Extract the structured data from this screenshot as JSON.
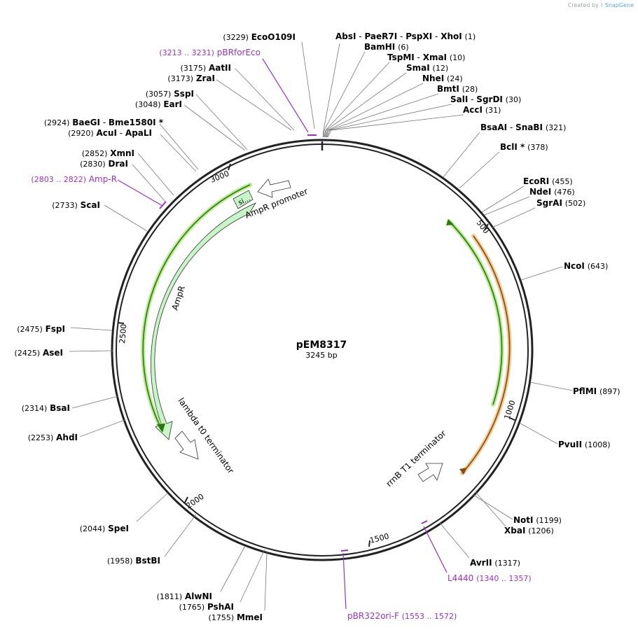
{
  "credit": {
    "prefix": "Created by",
    "brand": "SnapGene"
  },
  "plasmid": {
    "name": "pEM8317",
    "length_label": "3245 bp",
    "length": 3245
  },
  "ticks": [
    "500",
    "1000",
    "1500",
    "2000",
    "2500",
    "3000"
  ],
  "enzymes": [
    {
      "parts": [
        "AbsI",
        "PaeR7I",
        "PspXI",
        "XhoI"
      ],
      "pos": "(1)"
    },
    {
      "parts": [
        "BamHI"
      ],
      "pos": "(6)"
    },
    {
      "parts": [
        "TspMI",
        "XmaI"
      ],
      "pos": "(10)"
    },
    {
      "parts": [
        "SmaI"
      ],
      "pos": "(12)"
    },
    {
      "parts": [
        "NheI"
      ],
      "pos": "(24)"
    },
    {
      "parts": [
        "BmtI"
      ],
      "pos": "(28)"
    },
    {
      "parts": [
        "SalI",
        "SgrDI"
      ],
      "pos": "(30)"
    },
    {
      "parts": [
        "AccI"
      ],
      "pos": "(31)"
    },
    {
      "parts": [
        "BsaAI",
        "SnaBI"
      ],
      "pos": "(321)"
    },
    {
      "parts": [
        "BclI *"
      ],
      "pos": "(378)"
    },
    {
      "parts": [
        "EcoRI"
      ],
      "pos": "(455)"
    },
    {
      "parts": [
        "NdeI"
      ],
      "pos": "(476)"
    },
    {
      "parts": [
        "SgrAI"
      ],
      "pos": "(502)"
    },
    {
      "parts": [
        "NcoI"
      ],
      "pos": "(643)"
    },
    {
      "parts": [
        "PflMI"
      ],
      "pos": "(897)"
    },
    {
      "parts": [
        "PvuII"
      ],
      "pos": "(1008)"
    },
    {
      "parts": [
        "NotI"
      ],
      "pos": "(1199)"
    },
    {
      "parts": [
        "XbaI"
      ],
      "pos": "(1206)"
    },
    {
      "parts": [
        "AvrII"
      ],
      "pos": "(1317)"
    },
    {
      "parts": [
        "MmeI"
      ],
      "pos": "(1755)"
    },
    {
      "parts": [
        "PshAI"
      ],
      "pos": "(1765)"
    },
    {
      "parts": [
        "AlwNI"
      ],
      "pos": "(1811)"
    },
    {
      "parts": [
        "BstBI"
      ],
      "pos": "(1958)"
    },
    {
      "parts": [
        "SpeI"
      ],
      "pos": "(2044)"
    },
    {
      "parts": [
        "AhdI"
      ],
      "pos": "(2253)"
    },
    {
      "parts": [
        "BsaI"
      ],
      "pos": "(2314)"
    },
    {
      "parts": [
        "AseI"
      ],
      "pos": "(2425)"
    },
    {
      "parts": [
        "FspI"
      ],
      "pos": "(2475)"
    },
    {
      "parts": [
        "ScaI"
      ],
      "pos": "(2733)"
    },
    {
      "parts": [
        "DraI"
      ],
      "pos": "(2830)"
    },
    {
      "parts": [
        "XmnI"
      ],
      "pos": "(2852)"
    },
    {
      "parts": [
        "AcuI",
        "ApaLI"
      ],
      "pos": "(2920)"
    },
    {
      "parts": [
        "BaeGI",
        "Bme1580I *"
      ],
      "pos": "(2924)"
    },
    {
      "parts": [
        "EarI"
      ],
      "pos": "(3048)"
    },
    {
      "parts": [
        "SspI"
      ],
      "pos": "(3057)"
    },
    {
      "parts": [
        "ZraI"
      ],
      "pos": "(3173)"
    },
    {
      "parts": [
        "AatII"
      ],
      "pos": "(3175)"
    },
    {
      "parts": [
        "EcoO109I"
      ],
      "pos": "(3229)"
    }
  ],
  "primers": [
    {
      "name": "pBRforEco",
      "range": "(3213 .. 3231)"
    },
    {
      "name": "Amp-R",
      "range": "(2803 .. 2822)"
    },
    {
      "name": "L4440",
      "range": "(1340 .. 1357)"
    },
    {
      "name": "pBR322ori-F",
      "range": "(1553 .. 1572)"
    }
  ],
  "features": [
    {
      "name": "AmpR promoter"
    },
    {
      "name": "AmpR"
    },
    {
      "name": "lambda t0 terminator"
    },
    {
      "name": "rrnB T1 terminator"
    },
    {
      "name": "si..."
    }
  ],
  "colors": {
    "enzyme": "#000000",
    "primer": "#9b30c8",
    "backbone": "#222222",
    "ampr_fill": "#c6f5c6",
    "green": "#2a7a14",
    "orange": "#e2a24a"
  }
}
